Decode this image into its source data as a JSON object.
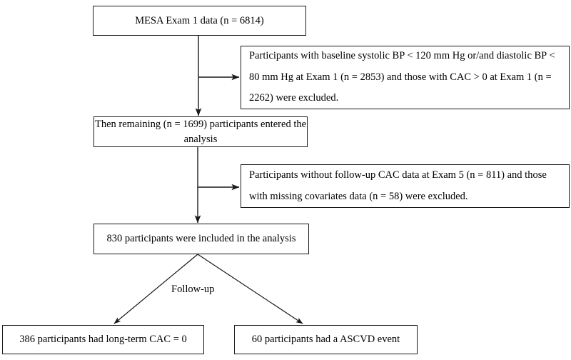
{
  "diagram": {
    "title": "MESA study participant flow diagram",
    "type": "flowchart",
    "nodes": [
      {
        "id": "source",
        "name": "source-cohort-box",
        "text": "MESA Exam 1 data (n = 6814)",
        "align": "center"
      },
      {
        "id": "exclusion-1",
        "name": "exclusion-criteria-box-1",
        "text": "Participants with baseline systolic BP < 120 mm Hg or/and diastolic BP < 80 mm Hg at Exam 1 (n = 2853)  and those with CAC > 0 at Exam 1 (n = 2262) were excluded.",
        "align": "left"
      },
      {
        "id": "remaining",
        "name": "remaining-participants-box",
        "text": "Then remaining (n = 1699) participants entered the analysis",
        "align": "center"
      },
      {
        "id": "exclusion-2",
        "name": "exclusion-criteria-box-2",
        "text": "Participants without follow-up CAC data at Exam 5 (n = 811)  and those with missing covariates data (n = 58) were excluded.",
        "align": "left"
      },
      {
        "id": "included",
        "name": "included-participants-box",
        "text": "830 participants were included in the analysis",
        "align": "center"
      },
      {
        "id": "outcome-cac",
        "name": "outcome-box-long-term-cac",
        "text": "386 participants had long-term CAC = 0",
        "align": "center"
      },
      {
        "id": "outcome-ascvd",
        "name": "outcome-box-ascvd-event",
        "text": "60 participants had a ASCVD event",
        "align": "center"
      }
    ],
    "edge_labels": [
      {
        "id": "followup",
        "name": "follow-up-edge-label",
        "text": "Follow-up"
      }
    ],
    "counts": {
      "exam1_total": 6814,
      "excluded_bp": 2853,
      "excluded_cac": 2262,
      "remaining": 1699,
      "excluded_no_followup_cac": 811,
      "excluded_missing_covariates": 58,
      "included": 830,
      "long_term_cac_zero": 386,
      "ascvd_events": 60
    },
    "colors": {
      "box_border": "#1a1a1a",
      "box_fill": "#ffffff",
      "connector": "#1a1a1a",
      "text": "#000000",
      "background": "#ffffff"
    }
  }
}
